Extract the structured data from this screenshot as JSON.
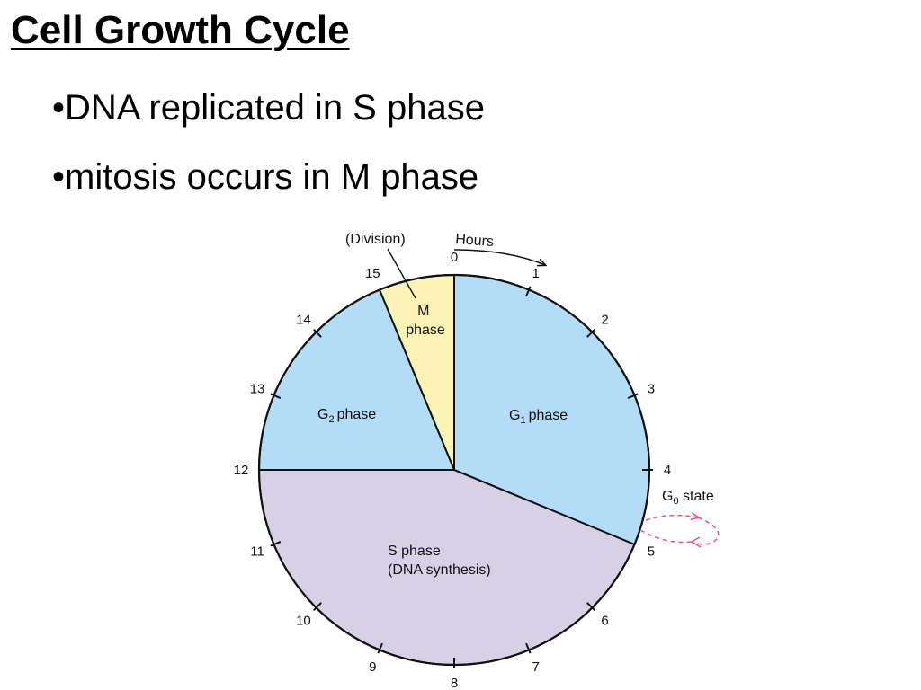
{
  "slide": {
    "title": "Cell Growth Cycle",
    "bullets": [
      {
        "marker": "•",
        "text": "DNA replicated in S phase"
      },
      {
        "marker": "•",
        "text": "mitosis occurs in M phase"
      }
    ]
  },
  "diagram": {
    "hours_label": "Hours",
    "division_label": "(Division)",
    "hour_ticks": [
      "0",
      "1",
      "2",
      "3",
      "4",
      "5",
      "6",
      "7",
      "8",
      "9",
      "10",
      "11",
      "12",
      "13",
      "14",
      "15"
    ],
    "phases": {
      "g1": {
        "main": "G",
        "sub": "1",
        "rest": "phase",
        "color": "#b3dcf6"
      },
      "s": {
        "line1": "S phase",
        "line2": "(DNA synthesis)",
        "color": "#d8d1e6"
      },
      "g2": {
        "main": "G",
        "sub": "2",
        "rest": "phase",
        "color": "#b3dcf6"
      },
      "m": {
        "line1": "M",
        "line2": "phase",
        "color": "#fbf3b3"
      }
    },
    "g0": {
      "main": "G",
      "sub": "0",
      "rest": " state",
      "color": "#e2528f"
    }
  }
}
